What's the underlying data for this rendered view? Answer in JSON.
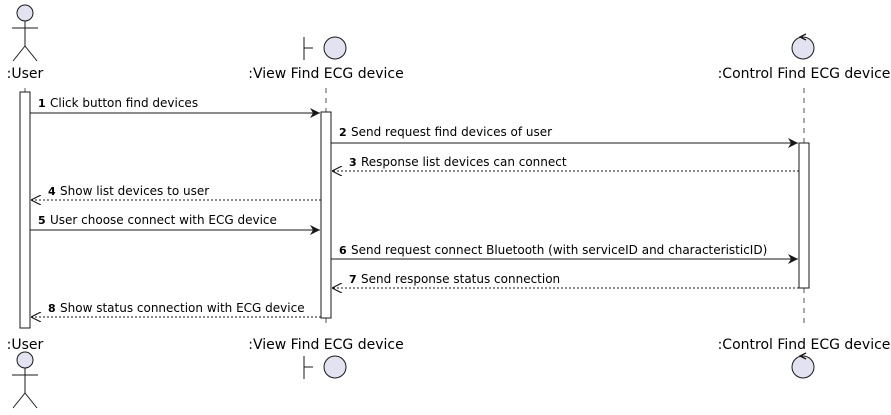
{
  "participants": [
    {
      "name": ":User",
      "icon": "actor-icon"
    },
    {
      "name": ":View Find ECG device",
      "icon": "boundary-icon"
    },
    {
      "name": ":Control Find ECG device",
      "icon": "control-icon"
    }
  ],
  "messages": [
    {
      "number": "1",
      "text": "Click button find devices",
      "from": 0,
      "to": 1,
      "style": "sync"
    },
    {
      "number": "2",
      "text": "Send request find devices of user",
      "from": 1,
      "to": 2,
      "style": "sync"
    },
    {
      "number": "3",
      "text": "Response list devices can connect",
      "from": 2,
      "to": 1,
      "style": "reply"
    },
    {
      "number": "4",
      "text": "Show list devices to user",
      "from": 1,
      "to": 0,
      "style": "reply"
    },
    {
      "number": "5",
      "text": "User choose connect with ECG device",
      "from": 0,
      "to": 1,
      "style": "sync"
    },
    {
      "number": "6",
      "text": "Send request connect Bluetooth (with serviceID and characteristicID)",
      "from": 1,
      "to": 2,
      "style": "sync"
    },
    {
      "number": "7",
      "text": "Send response status connection",
      "from": 2,
      "to": 1,
      "style": "reply"
    },
    {
      "number": "8",
      "text": "Show status connection with ECG device",
      "from": 1,
      "to": 0,
      "style": "reply"
    }
  ],
  "colors": {
    "participant_fill": "#E2E2F0",
    "stroke": "#181818",
    "background": "#ffffff"
  }
}
